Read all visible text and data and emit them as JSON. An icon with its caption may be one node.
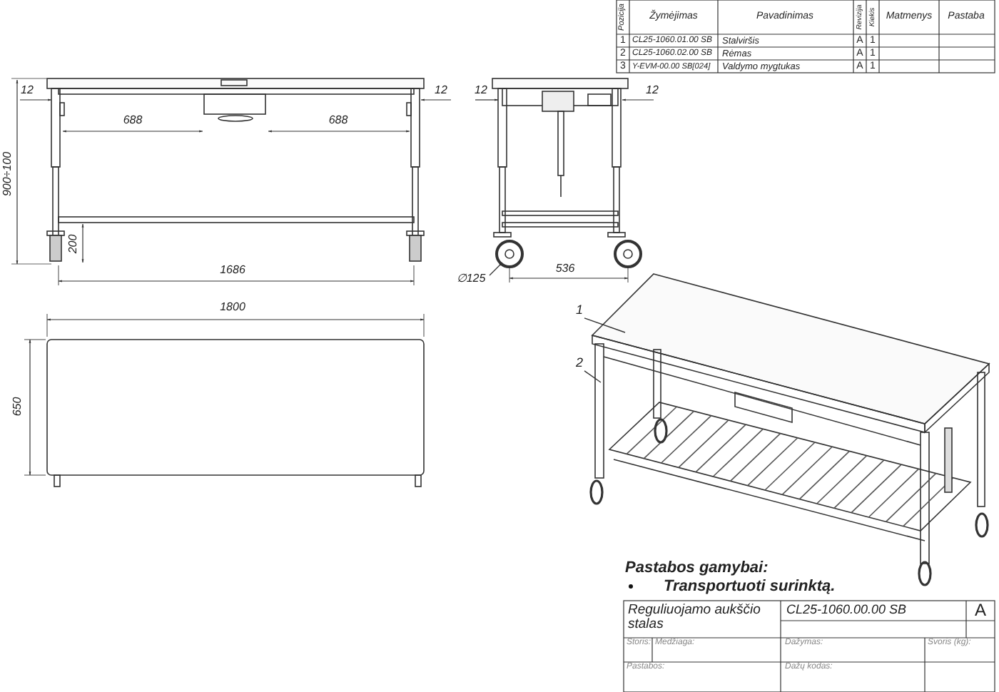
{
  "diagram": {
    "nodes": [
      {
        "text": [
          "1"
        ]
      },
      {
        "text": [
          "2"
        ]
      }
    ],
    "edges": [
      {
        "from": 0,
        "to": null,
        "arrow": "none"
      },
      {
        "from": 1,
        "to": null,
        "arrow": "none"
      }
    ],
    "labels": [
      "Pozicija",
      "Žymėjimas",
      "Pavadinimas",
      "Revizija",
      "Kiekis",
      "Matmenys",
      "Pastaba",
      "1",
      "CL25-1060.01.00 SB",
      "Stalviršis",
      "A",
      "1",
      "2",
      "CL25-1060.02.00 SB",
      "Rėmas",
      "A",
      "1",
      "3",
      "Y-EVM-00.00 SB[024]",
      "Valdymo mygtukas",
      "A",
      "1",
      "12",
      "688",
      "688",
      "12",
      "900÷100",
      "200",
      "1686",
      "12",
      "12",
      "∅125",
      "536",
      "1800",
      "650",
      "Pastabos gamybai:",
      "Transportuoti surinktą.",
      "Reguliuojamo aukščio stalas",
      "CL25-1060.00.00 SB",
      "A",
      "Storis:",
      "Medžiaga:",
      "Dažymas:",
      "Svoris (kg):",
      "Pastabos:",
      "Dažų kodas:"
    ]
  }
}
